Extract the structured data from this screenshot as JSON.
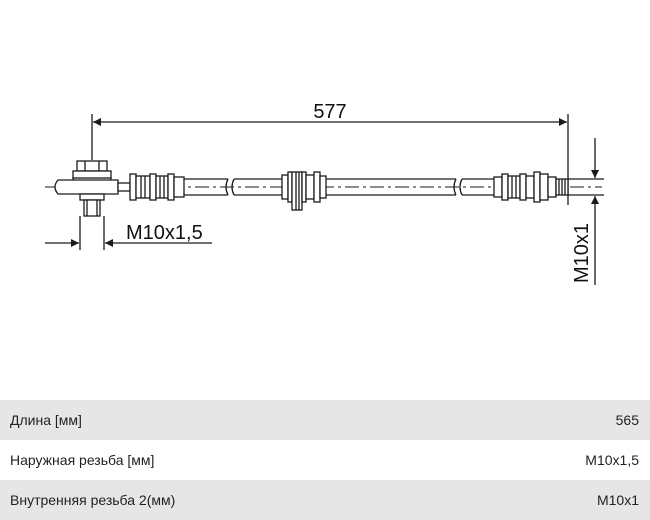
{
  "drawing": {
    "length_label": "577",
    "outer_thread_label": "M10x1,5",
    "inner_thread_label": "M10x1"
  },
  "specs": [
    {
      "label": "Длина [мм]",
      "value": "565"
    },
    {
      "label": "Наружная резьба [мм]",
      "value": "M10x1,5"
    },
    {
      "label": "Внутренняя резьба 2(мм)",
      "value": "M10x1"
    }
  ],
  "colors": {
    "line": "#1a1a1a",
    "row_shade": "#e6e6e6"
  }
}
